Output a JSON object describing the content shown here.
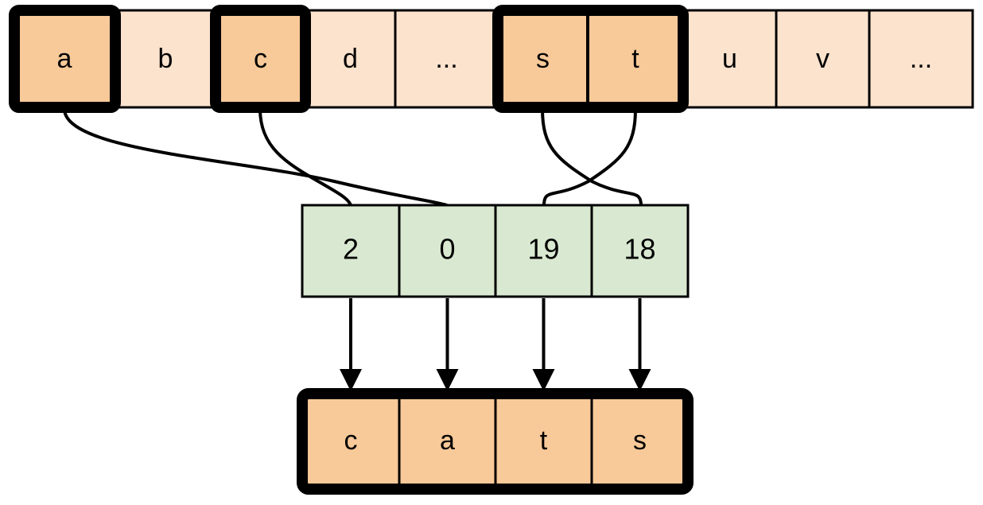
{
  "diagram": {
    "title": "character-to-index-to-output-mapping",
    "colors": {
      "alphabet_highlight_fill": "#F8C999",
      "alphabet_plain_fill": "#FBE3CE",
      "index_fill": "#D9E9D1",
      "output_fill": "#F8C999",
      "stroke": "#000000",
      "background": "#FFFFFF"
    },
    "alphabet_row": {
      "name": "alphabet-row",
      "cells": [
        {
          "label": "a",
          "highlighted": true,
          "boxed": true
        },
        {
          "label": "b",
          "highlighted": false,
          "boxed": false
        },
        {
          "label": "c",
          "highlighted": true,
          "boxed": true
        },
        {
          "label": "d",
          "highlighted": false,
          "boxed": false
        },
        {
          "label": "...",
          "highlighted": false,
          "boxed": false
        },
        {
          "label": "s",
          "highlighted": true,
          "boxed": true
        },
        {
          "label": "t",
          "highlighted": true,
          "boxed": true
        },
        {
          "label": "u",
          "highlighted": false,
          "boxed": false
        },
        {
          "label": "v",
          "highlighted": false,
          "boxed": false
        },
        {
          "label": "...",
          "highlighted": false,
          "boxed": false
        }
      ]
    },
    "index_row": {
      "name": "index-row",
      "cells": [
        {
          "label": "2"
        },
        {
          "label": "0"
        },
        {
          "label": "19"
        },
        {
          "label": "18"
        }
      ]
    },
    "output_row": {
      "name": "output-row",
      "word": "cats",
      "cells": [
        {
          "label": "c"
        },
        {
          "label": "a"
        },
        {
          "label": "t"
        },
        {
          "label": "s"
        }
      ]
    },
    "mappings": [
      {
        "from_letter": "a",
        "to_index": "0",
        "to_slot": 1
      },
      {
        "from_letter": "c",
        "to_index": "2",
        "to_slot": 0
      },
      {
        "from_letter": "s",
        "to_index": "18",
        "to_slot": 3
      },
      {
        "from_letter": "t",
        "to_index": "19",
        "to_slot": 2
      }
    ],
    "arrows": [
      {
        "from_index": "2",
        "to_letter": "c"
      },
      {
        "from_index": "0",
        "to_letter": "a"
      },
      {
        "from_index": "19",
        "to_letter": "t"
      },
      {
        "from_index": "18",
        "to_letter": "s"
      }
    ]
  }
}
